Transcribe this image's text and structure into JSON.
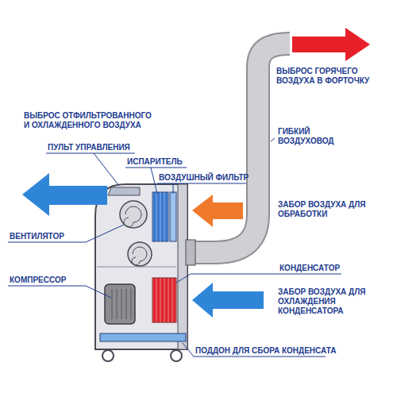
{
  "diagram": {
    "labels": [
      "ВЫБРОС ГОРЯЧЕГО ВОЗДУХА В ФОРТОЧКУ",
      "ВЫБРОС ОТФИЛЬТРОВАННОГО И ОХЛАЖДЕННОГО ВОЗДУХА",
      "ПУЛЬТ УПРАВЛЕНИЯ",
      "ГИБКИЙ ВОЗДУХОВОД",
      "ИСПАРИТЕЛЬ",
      "ВОЗДУШНЫЙ ФИЛЬТР",
      "ЗАБОР ВОЗДУХА ДЛЯ ОБРАБОТКИ",
      "ВЕНТИЛЯТОР",
      "КОНДЕНСАТОР",
      "КОМПРЕССОР",
      "ЗАБОР ВОЗДУХА ДЛЯ ОХЛАЖДЕНИЯ КОНДЕНСАТОРА",
      "ПОДДОН ДЛЯ СБОРА КОНДЕНСАТА"
    ]
  }
}
